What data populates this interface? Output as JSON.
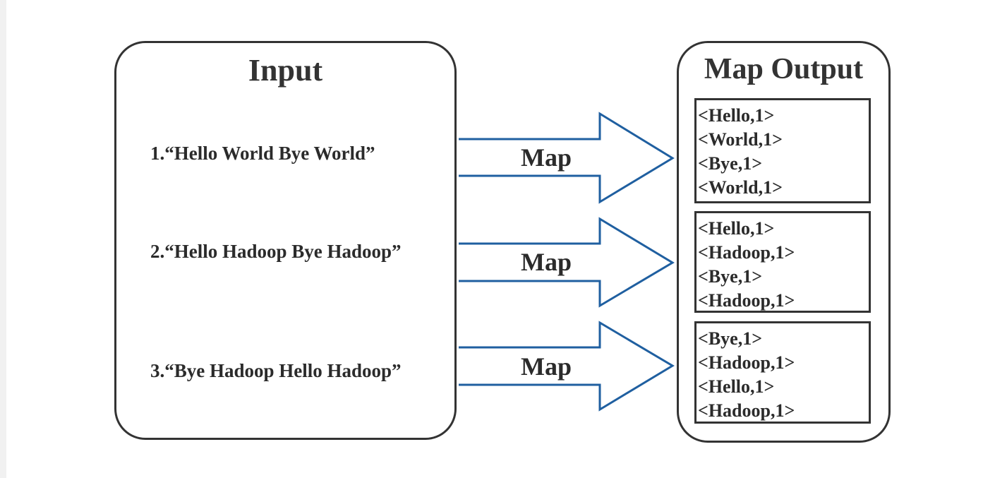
{
  "input": {
    "title": "Input",
    "lines": [
      "1.“Hello World Bye World”",
      "2.“Hello Hadoop Bye Hadoop”",
      "3.“Bye Hadoop Hello Hadoop”"
    ]
  },
  "arrows": [
    {
      "label": "Map"
    },
    {
      "label": "Map"
    },
    {
      "label": "Map"
    }
  ],
  "output": {
    "title": "Map Output",
    "groups": [
      {
        "pairs": [
          "<Hello,1>",
          "<World,1>",
          "<Bye,1>",
          "<World,1>"
        ]
      },
      {
        "pairs": [
          "<Hello,1>",
          "<Hadoop,1>",
          "<Bye,1>",
          "<Hadoop,1>"
        ]
      },
      {
        "pairs": [
          "<Bye,1>",
          "<Hadoop,1>",
          "<Hello,1>",
          "<Hadoop,1>"
        ]
      }
    ]
  },
  "colors": {
    "arrow": "#1f5fa0",
    "border": "#333333"
  }
}
